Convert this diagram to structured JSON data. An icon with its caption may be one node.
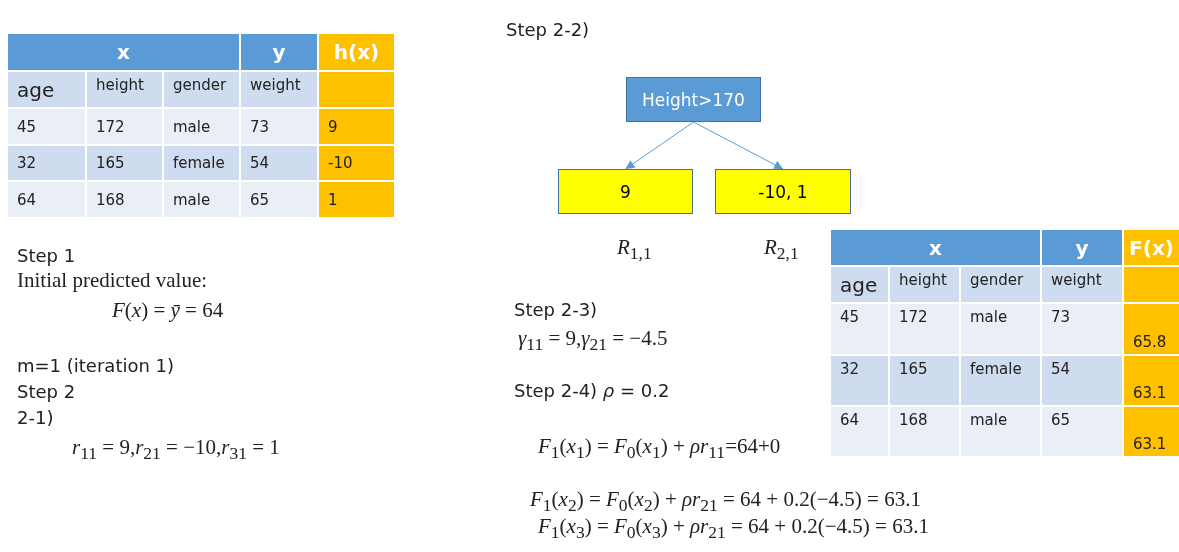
{
  "diagram": {
    "nodes": [
      {
        "text": [
          "Height>170"
        ]
      },
      {
        "text": [
          "9"
        ],
        "beside": [
          "*R*$_{1,1}$"
        ]
      },
      {
        "text": [
          "-10, 1"
        ],
        "beside": [
          "*R*$_{2,1}$"
        ]
      }
    ],
    "edges": [
      {
        "from": 0,
        "to": 1,
        "arrow": "to"
      },
      {
        "from": 0,
        "to": 2,
        "arrow": "to"
      }
    ],
    "labels": [
      "x",
      "y",
      "h(x)",
      "age",
      "height",
      "gender",
      "weight",
      "45",
      "172",
      "male",
      "73",
      "9",
      "32",
      "165",
      "female",
      "54",
      "-10",
      "64",
      "168",
      "male",
      "65",
      "1",
      "Step 1",
      "Initial predicted value:",
      "*F*(*x*) = *ȳ* = 64",
      "m=1 (iteration 1)",
      "Step 2",
      "2-1)",
      "*r*$_{11}$ = 9,*r*$_{21}$ = −10,*r*$_{31}$ = 1",
      "Step 2-2)",
      "x",
      "y",
      "F(x)",
      "age",
      "height",
      "gender",
      "weight",
      "45",
      "172",
      "male",
      "73",
      "65.8",
      "32",
      "165",
      "female",
      "54",
      "63.1",
      "64",
      "168",
      "male",
      "65",
      "63.1",
      "Step 2-3)",
      "*γ*$_{11}$ = 9,*γ*$_{21}$ = −4.5",
      "Step 2-4) *ρ* = 0.2",
      "*F*$_{1}$(*x*$_{1}$) = *F*$_{0}$(*x*$_{1}$) + *ρr*$_{11}$=64+0",
      "*F*$_{1}$(*x*$_{2}$) = *F*$_{0}$(*x*$_{2}$) + *ρr*$_{21}$ = 64 + 0.2(−4.5) = 63.1",
      "*F*$_{1}$(*x*$_{3}$) = *F*$_{0}$(*x*$_{3}$) + *ρr*$_{21}$ = 64 + 0.2(−4.5) = 63.1"
    ]
  }
}
